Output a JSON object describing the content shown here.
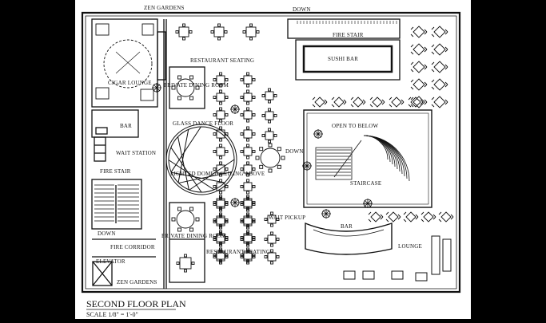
{
  "plan": {
    "title": "SECOND FLOOR PLAN",
    "scale": "SCALE 1/8\" = 1'-0\""
  },
  "labels": {
    "zen_gardens_top": "ZEN GARDENS",
    "down_top": "DOWN",
    "fire_stair_top": "FIRE STAIR",
    "sushi_bar": "SUSHI BAR",
    "restaurant_seating_top": "RESTAURANT SEATING",
    "cigar_lounge": "CIGAR LOUNGE",
    "private_dining_top": "PRIVATE DINING ROOM",
    "bar_left": "BAR",
    "glass_dance_floor": "GLASS DANCE FLOOR",
    "open_to_below": "OPEN TO BELOW",
    "wait_station": "WAIT STATION",
    "down_mid": "DOWN",
    "fire_stair_left": "FIRE STAIR",
    "lighted_domed_ceiling": "LIGHTED DOMED CEILING ABOVE",
    "staircase": "STAIRCASE",
    "wait_pickup": "WAIT PICKUP",
    "bar_right": "BAR",
    "down_left": "DOWN",
    "private_dining_bottom": "PRIVATE DINING ROOM",
    "fire_corridor": "FIRE CORRIDOR",
    "restaurant_seating_bottom": "RESTAURANT SEATING",
    "lounge": "LOUNGE",
    "elevator": "ELEVATOR",
    "zen_gardens_bottom": "ZEN GARDENS"
  }
}
